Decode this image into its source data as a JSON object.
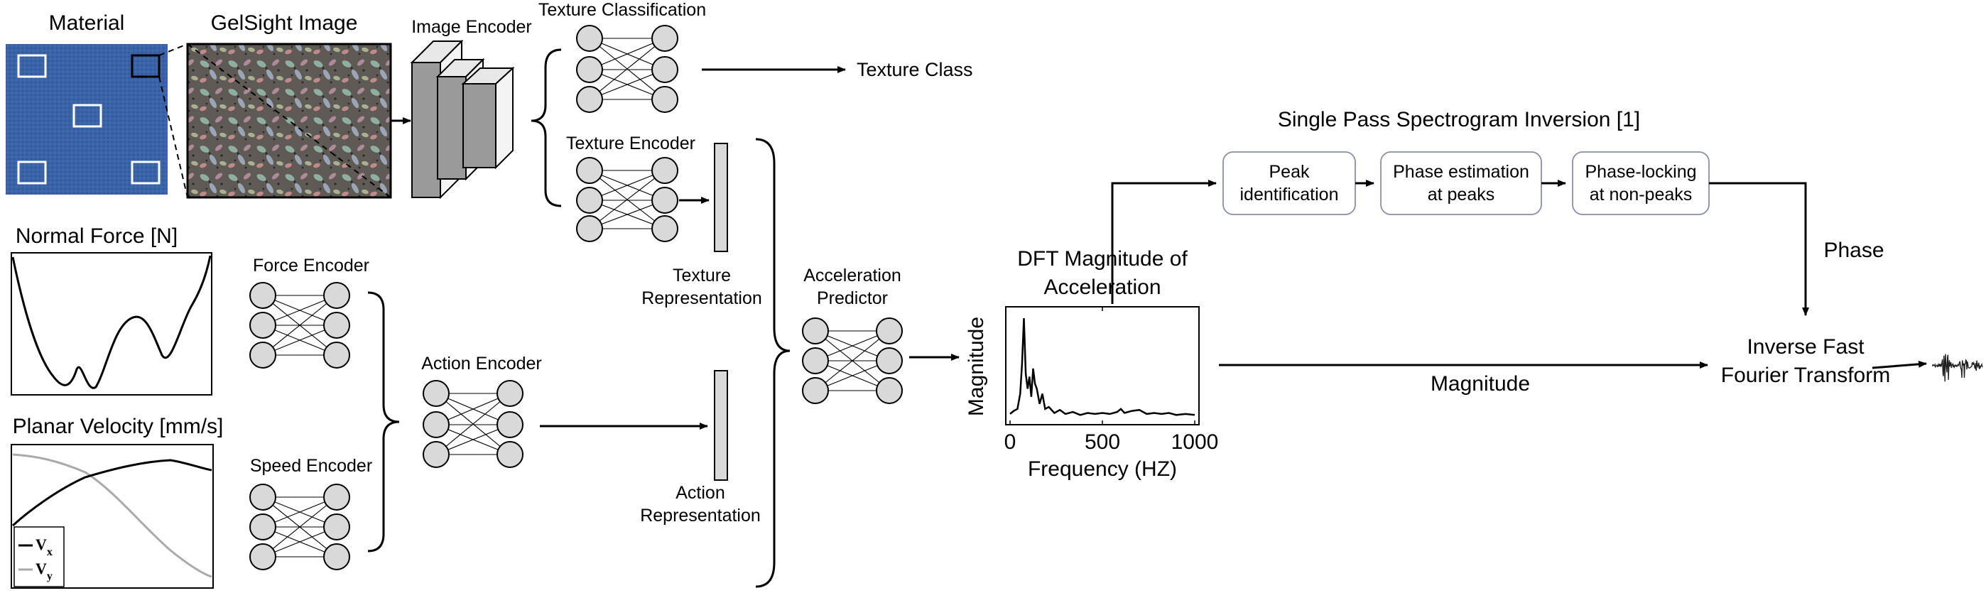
{
  "colors": {
    "material_blue": "#3a63a8",
    "node_fill": "#d9d9d9",
    "rep_bar_fill": "#d9d9d9",
    "box_border": "#8a8fa8",
    "velocity_y_line": "#aaaaaa"
  },
  "labels": {
    "material": "Material",
    "gelsight": "GelSight Image",
    "image_encoder": "Image Encoder",
    "texture_classification": "Texture Classification",
    "texture_class": "Texture Class",
    "texture_encoder": "Texture Encoder",
    "texture_rep_1": "Texture",
    "texture_rep_2": "Representation",
    "normal_force": "Normal Force [N]",
    "planar_velocity": "Planar Velocity [mm/s]",
    "vx_base": "V",
    "vx_sub": "x",
    "vy_base": "V",
    "vy_sub": "y",
    "force_encoder": "Force Encoder",
    "speed_encoder": "Speed Encoder",
    "action_encoder": "Action Encoder",
    "action_rep_1": "Action",
    "action_rep_2": "Representation",
    "accel_pred_1": "Acceleration",
    "accel_pred_2": "Predictor",
    "dft_title_1": "DFT Magnitude of",
    "dft_title_2": "Acceleration",
    "spsi_title": "Single Pass Spectrogram Inversion [1]",
    "peak_1": "Peak",
    "peak_2": "identification",
    "phase_est_1": "Phase estimation",
    "phase_est_2": "at peaks",
    "phase_lock_1": "Phase-locking",
    "phase_lock_2": "at non-peaks",
    "phase": "Phase",
    "magnitude": "Magnitude",
    "ifft_1": "Inverse Fast",
    "ifft_2": "Fourier Transform"
  },
  "chart_data": {
    "type": "line",
    "xlabel": "Frequency (HZ)",
    "ylabel": "Magnitude",
    "xlim": [
      0,
      1000
    ],
    "xticks": [
      "0",
      "500",
      "1000"
    ],
    "grid": false,
    "series": [
      {
        "x": [
          0,
          20,
          40,
          55,
          65,
          75,
          85,
          95,
          105,
          115,
          125,
          135,
          145,
          160,
          175,
          190,
          210,
          240,
          270,
          300,
          340,
          380,
          420,
          460,
          500,
          540,
          580,
          600,
          620,
          660,
          700,
          740,
          780,
          820,
          860,
          900,
          950,
          1000
        ],
        "y": [
          0.05,
          0.08,
          0.1,
          0.25,
          0.55,
          1.0,
          0.45,
          0.3,
          0.42,
          0.22,
          0.5,
          0.35,
          0.3,
          0.15,
          0.25,
          0.1,
          0.12,
          0.06,
          0.09,
          0.05,
          0.07,
          0.04,
          0.06,
          0.05,
          0.06,
          0.05,
          0.07,
          0.1,
          0.06,
          0.08,
          0.09,
          0.05,
          0.06,
          0.05,
          0.06,
          0.04,
          0.05,
          0.04
        ]
      }
    ]
  }
}
